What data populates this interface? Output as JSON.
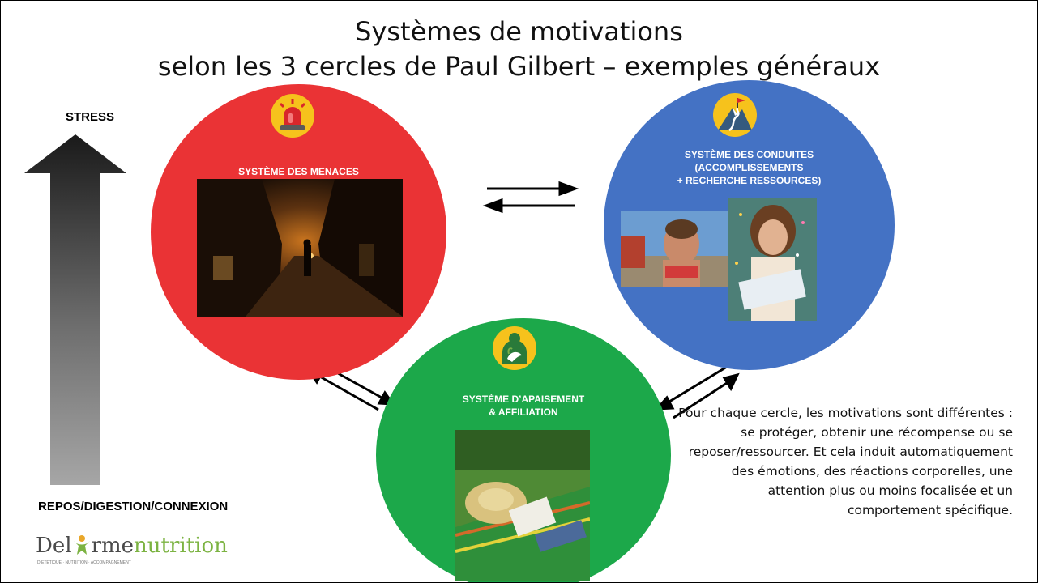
{
  "title": {
    "line1": "Systèmes de motivations",
    "line2": "selon les 3 cercles de Paul Gilbert – exemples généraux"
  },
  "scale": {
    "top_label": "STRESS",
    "bottom_label": "REPOS/DIGESTION/CONNEXION"
  },
  "circles": {
    "threat": {
      "label": "SYSTÈME DES MENACES",
      "color": "#ea3335",
      "icon": "alarm-siren-icon"
    },
    "drive": {
      "label_lines": [
        "SYSTÈME DES CONDUITES",
        "(ACCOMPLISSEMENTS",
        "+ RECHERCHE RESSOURCES)"
      ],
      "color": "#4472c4",
      "icon": "mountain-flag-icon"
    },
    "soothe": {
      "label_lines": [
        "SYSTÈME D’APAISEMENT",
        "& AFFILIATION"
      ],
      "color": "#1ca84a",
      "icon": "person-dove-icon"
    }
  },
  "explanation": {
    "before": "Pour chaque cercle, les motivations sont différentes : se protéger, obtenir une récompense ou se reposer/ressourcer. Et cela induit ",
    "underlined": "automatiquement",
    "after": " des émotions, des réactions corporelles, une attention plus ou moins focalisée et un comportement spécifique."
  },
  "logo": {
    "text_a": "Del",
    "text_b": "rme",
    "text_c": "nutrition",
    "tagline": "DIÉTÉTIQUE · NUTRITION · ACCOMPAGNEMENT"
  }
}
